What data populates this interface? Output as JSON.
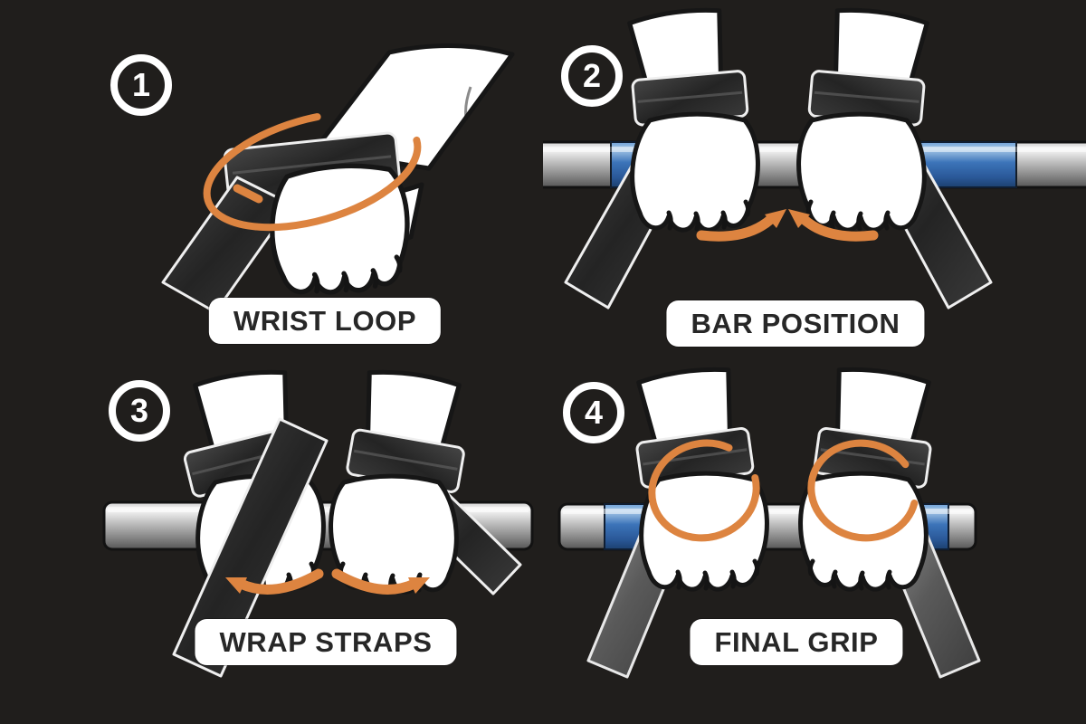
{
  "steps": [
    {
      "number": "1",
      "label": "WRIST LOOP"
    },
    {
      "number": "2",
      "label": "BAR POSITION"
    },
    {
      "number": "3",
      "label": "WRAP STRAPS"
    },
    {
      "number": "4",
      "label": "FINAL GRIP"
    }
  ],
  "colors": {
    "background": "#201E1C",
    "accent-orange": "#DD8440",
    "bar-blue": "#3C74B9",
    "bar-silver": "#C9C9C9",
    "strap-black": "#2B2B2B",
    "skin-white": "#FFFFFF",
    "label-bg": "#FFFFFF",
    "label-text": "#272727",
    "badge-ring": "#FFFFFF",
    "outline-ink": "#161616"
  }
}
